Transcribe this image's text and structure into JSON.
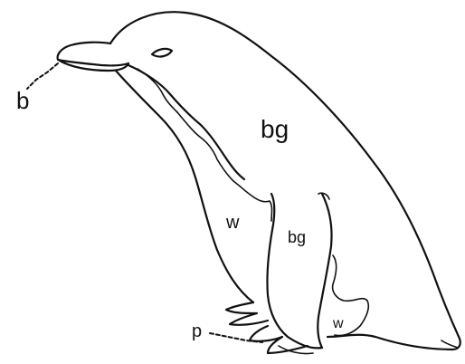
{
  "diagram": {
    "labels": {
      "beak": "b",
      "back_upper": "bg",
      "back_lower": "bg",
      "white_front": "w",
      "white_flank": "w",
      "feet": "p"
    },
    "colors": {
      "ink": "#111111",
      "background": "#ffffff"
    }
  }
}
